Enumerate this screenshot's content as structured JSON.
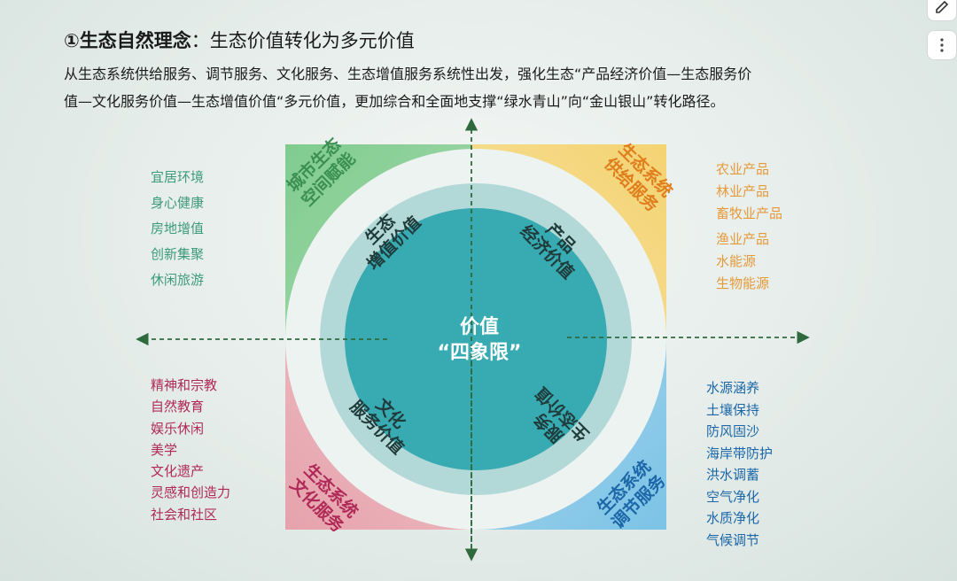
{
  "header": {
    "number": "①",
    "title_bold": "生态自然理念",
    "title_rest": "：生态价值转化为多元价值",
    "para_line1": "从生态系统供给服务、调节服务、文化服务、生态增值服务系统性出发，强化生态“产品经济价值—生态服务价",
    "para_line2": "值—文化服务价值—生态增值价值“多元价值，更加综合和全面地支撑“绿水青山”向“金山银山”转化路径。"
  },
  "diagram": {
    "center": {
      "line1": "价值",
      "line2": "“四象限”"
    },
    "quadrants": {
      "top_left": {
        "outer_1": "城市生态",
        "outer_2": "空间赋能",
        "inner_1": "生态",
        "inner_2": "增值价值",
        "color": "#5cae72"
      },
      "top_right": {
        "outer_1": "生态系统",
        "outer_2": "供给服务",
        "inner_1": "产品",
        "inner_2": "经济价值",
        "color": "#e8a23c"
      },
      "bottom_left": {
        "outer_1": "生态系统",
        "outer_2": "文化服务",
        "inner_1": "文化",
        "inner_2": "服务价值",
        "color": "#b83a62"
      },
      "bottom_right": {
        "outer_1": "生态系统",
        "outer_2": "调节服务",
        "inner_1": "服务",
        "inner_2": "生态价值",
        "color": "#1e73b5"
      }
    },
    "lists": {
      "top_left": [
        "宜居环境",
        "身心健康",
        "房地增值",
        "创新集聚",
        "休闲旅游"
      ],
      "top_right": [
        "农业产品",
        "林业产品",
        "畜牧业产品",
        "渔业产品",
        "水能源",
        "生物能源"
      ],
      "bottom_left": [
        "精神和宗教",
        "自然教育",
        "娱乐休闲",
        "美学",
        "文化遗产",
        "灵感和创造力",
        "社会和社区"
      ],
      "bottom_right": [
        "水源涵养",
        "土壤保持",
        "防风固沙",
        "海岸带防护",
        "洪水调蓄",
        "空气净化",
        "水质净化",
        "气候调节"
      ]
    }
  }
}
